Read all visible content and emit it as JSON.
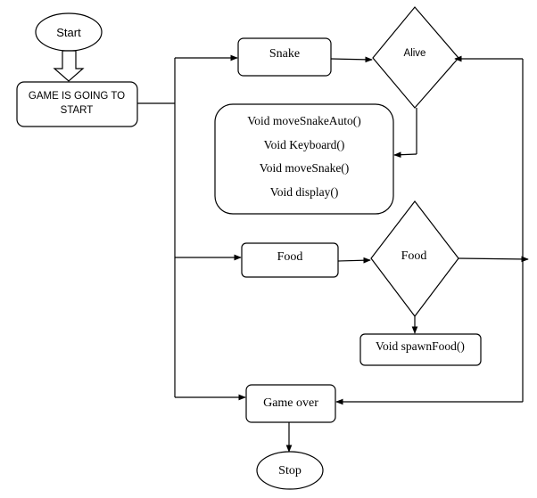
{
  "diagram": {
    "nodes": {
      "start": "Start",
      "game_start": [
        "GAME IS GOING TO",
        "START"
      ],
      "snake": "Snake",
      "alive": "Alive",
      "snake_methods": [
        "Void moveSnakeAuto()",
        "Void Keyboard()",
        "Void moveSnake()",
        "Void display()"
      ],
      "food": "Food",
      "food_decision": "Food",
      "spawn_food": "Void spawnFood()",
      "game_over": "Game over",
      "stop": "Stop"
    },
    "colors": {
      "stroke": "#000000",
      "background": "#ffffff"
    }
  }
}
